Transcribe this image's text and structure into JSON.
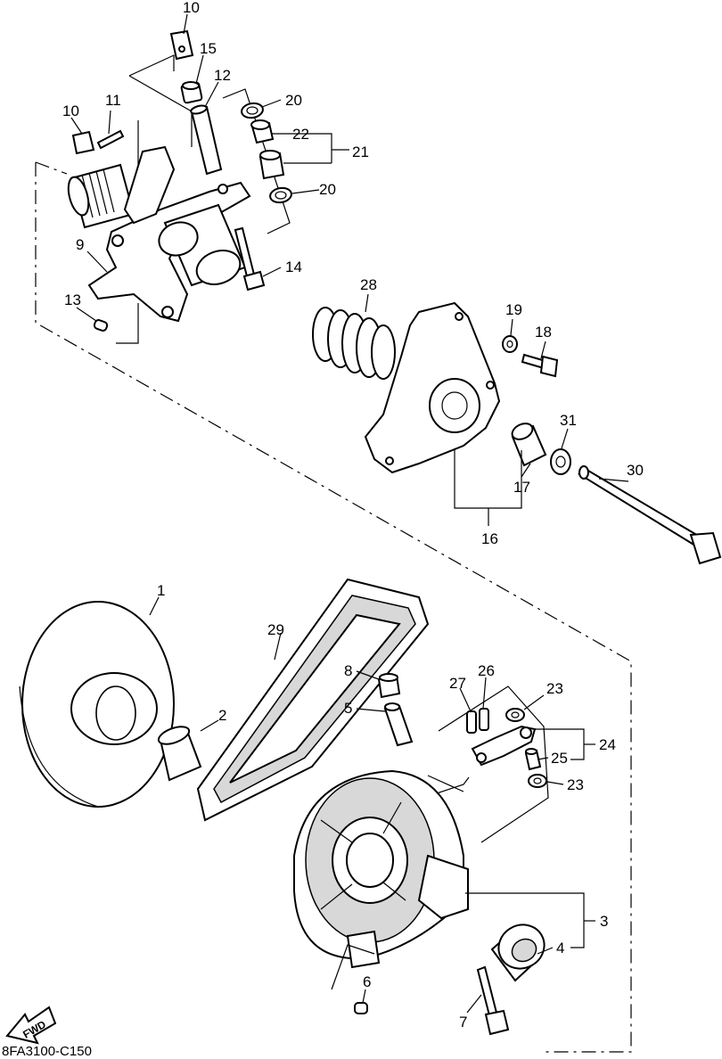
{
  "diagram": {
    "code": "8FA3100-C150",
    "fwd_label": "FWD",
    "labels": {
      "p1": "1",
      "p2": "2",
      "p3": "3",
      "p4": "4",
      "p5": "5",
      "p6": "6",
      "p7": "7",
      "p8": "8",
      "p9": "9",
      "p10a": "10",
      "p10b": "10",
      "p11": "11",
      "p12": "12",
      "p13": "13",
      "p14": "14",
      "p15": "15",
      "p16": "16",
      "p17": "17",
      "p18": "18",
      "p19": "19",
      "p20a": "20",
      "p20b": "20",
      "p21": "21",
      "p22": "22",
      "p23a": "23",
      "p23b": "23",
      "p24": "24",
      "p25": "25",
      "p26": "26",
      "p27": "27",
      "p28": "28",
      "p29": "29",
      "p30": "30",
      "p31": "31"
    }
  }
}
